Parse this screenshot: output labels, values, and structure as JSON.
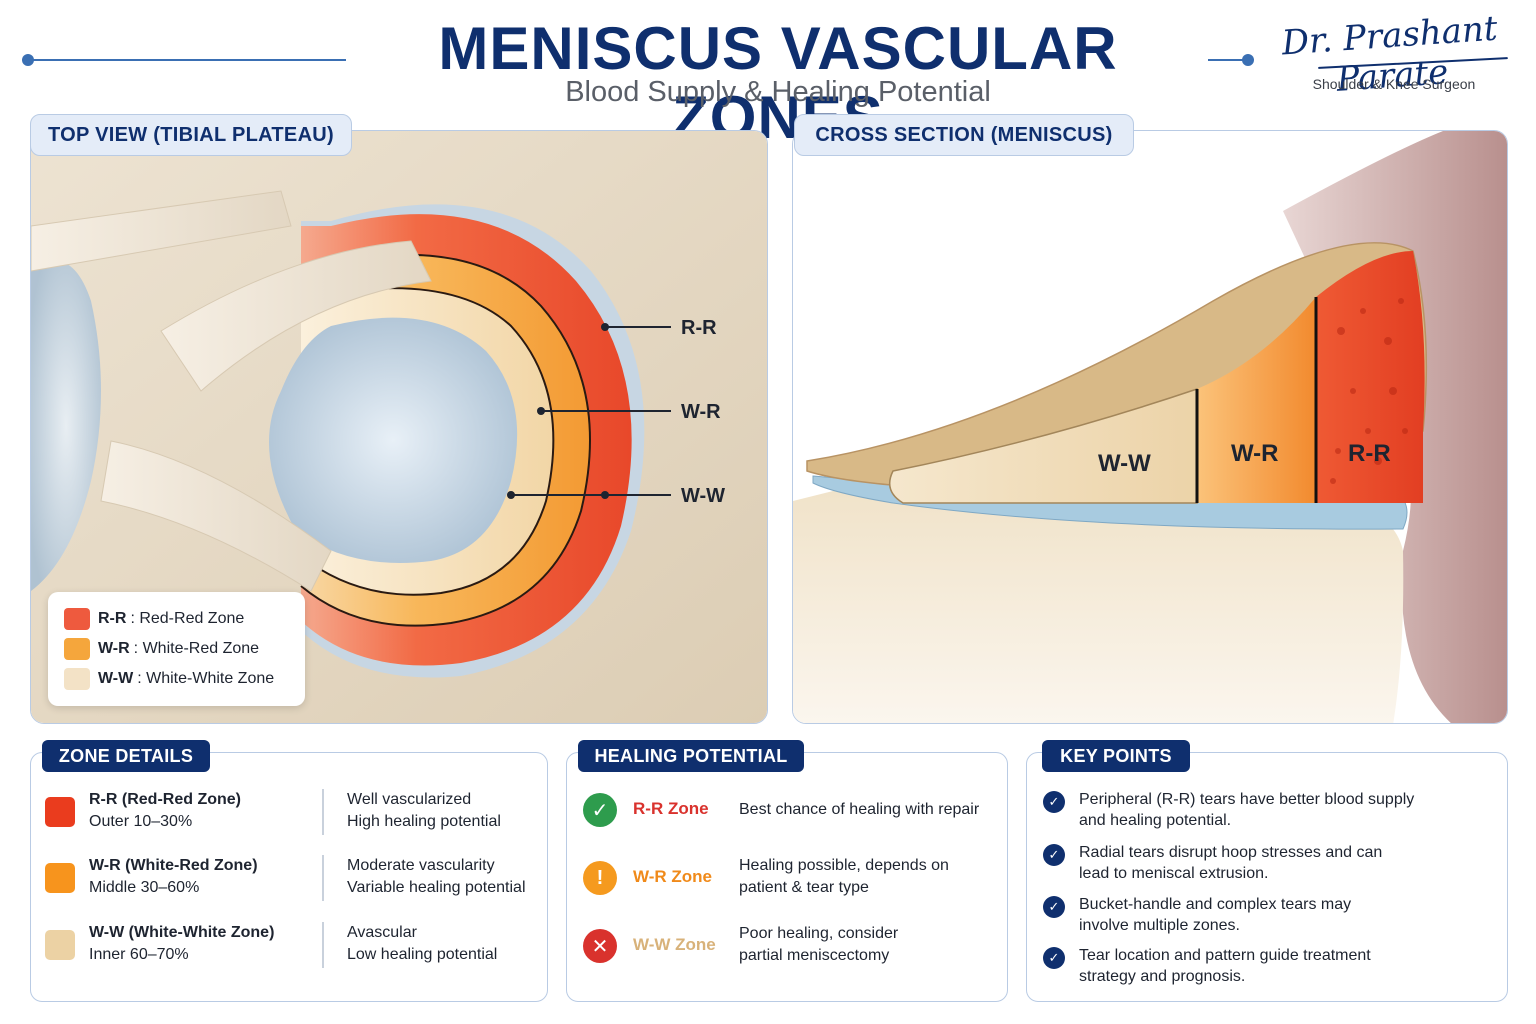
{
  "header": {
    "title": "MENISCUS VASCULAR ZONES",
    "subtitle": "Blood Supply & Healing Potential",
    "signature": "Dr. Prashant Parate",
    "signature_sub": "Shoulder & Knee Surgeon"
  },
  "colors": {
    "navy": "#0f2f6e",
    "red_red": "#ee4a2b",
    "white_red": "#f7a33a",
    "white_white": "#f1dfbf",
    "check_green": "#2e9c4d",
    "warn_orange": "#f59a1f",
    "bad_red": "#d9322d"
  },
  "top_view": {
    "tag": "TOP VIEW (TIBIAL PLATEAU)",
    "callouts": {
      "rr": "R-R",
      "wr": "W-R",
      "ww": "W-W"
    },
    "legend": [
      {
        "abbr": "R-R",
        "name": ": Red-Red Zone"
      },
      {
        "abbr": "W-R",
        "name": ": White-Red Zone"
      },
      {
        "abbr": "W-W",
        "name": ": White-White Zone"
      }
    ]
  },
  "cross_section": {
    "tag": "CROSS SECTION (MENISCUS)",
    "labels": {
      "ww": "W-W",
      "wr": "W-R",
      "rr": "R-R"
    }
  },
  "zone_details": {
    "tag": "ZONE DETAILS",
    "rows": [
      {
        "name": "R-R (Red-Red Zone)",
        "pct": "Outer 10–30%",
        "desc1": "Well vascularized",
        "desc2": "High healing potential"
      },
      {
        "name": "W-R (White-Red Zone)",
        "pct": "Middle 30–60%",
        "desc1": "Moderate vascularity",
        "desc2": "Variable healing potential"
      },
      {
        "name": "W-W (White-White Zone)",
        "pct": "Inner 60–70%",
        "desc1": "Avascular",
        "desc2": "Low healing potential"
      }
    ]
  },
  "healing": {
    "tag": "HEALING POTENTIAL",
    "rows": [
      {
        "icon": "check-icon",
        "zone": "R-R Zone",
        "line1": "Best chance of healing with repair",
        "line2": ""
      },
      {
        "icon": "warning-icon",
        "zone": "W-R Zone",
        "line1": "Healing possible, depends on",
        "line2": "patient & tear type"
      },
      {
        "icon": "x-icon",
        "zone": "W-W Zone",
        "line1": "Poor healing, consider",
        "line2": "partial meniscectomy"
      }
    ]
  },
  "key_points": {
    "tag": "KEY POINTS",
    "items": [
      {
        "line1": "Peripheral (R-R) tears have better blood supply",
        "line2": "and healing potential."
      },
      {
        "line1": "Radial tears disrupt hoop stresses and can",
        "line2": "lead to meniscal extrusion."
      },
      {
        "line1": "Bucket-handle and complex tears may",
        "line2": "involve multiple zones."
      },
      {
        "line1": "Tear location and pattern guide treatment",
        "line2": "strategy and prognosis."
      }
    ]
  }
}
